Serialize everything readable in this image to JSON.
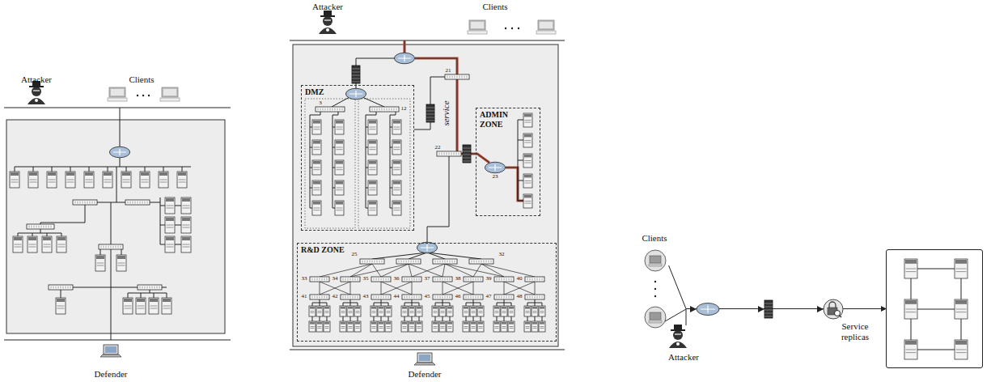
{
  "diagram": {
    "nodes": [
      {
        "text": [
          "DMZ"
        ]
      },
      {
        "text": [
          "ADMIN ZONE"
        ]
      },
      {
        "text": [
          "R&D ZONE"
        ]
      },
      {
        "text": [
          "Clients"
        ]
      },
      {
        "text": [
          "Attacker"
        ]
      },
      {
        "text": [
          "Service replicas"
        ]
      }
    ],
    "edges": [
      {
        "from": 3,
        "to": 5,
        "arrow": "to"
      },
      {
        "from": 4,
        "to": 5,
        "arrow": "to"
      }
    ],
    "labels": [
      "Attacker",
      "Clients",
      "Defender",
      "Attacker",
      "Clients",
      "service",
      "3",
      "12",
      "21",
      "22",
      "23",
      "25",
      "32",
      "33",
      "34",
      "35",
      "36",
      "37",
      "38",
      "39",
      "40",
      "41",
      "42",
      "43",
      "44",
      "45",
      "46",
      "47",
      "48",
      "Defender"
    ]
  }
}
